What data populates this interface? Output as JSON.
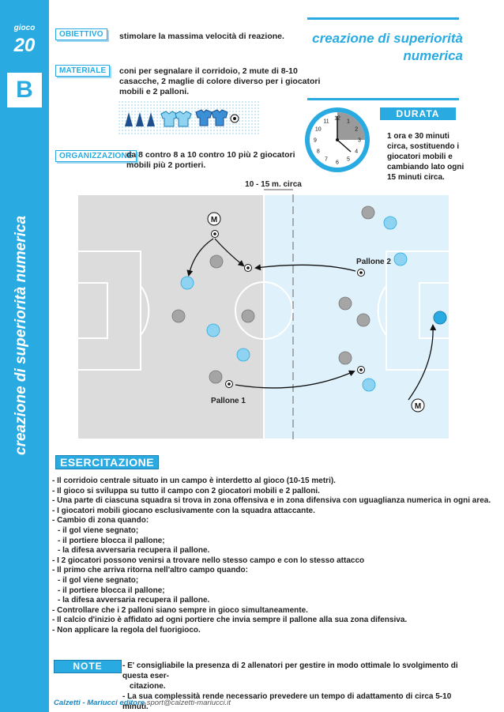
{
  "sidebar": {
    "gioco_label": "gioco",
    "gioco_number": "20",
    "section_letter": "B",
    "vertical_title": "creazione di superiorità numerica"
  },
  "header": {
    "title_line1": "creazione di superiorità",
    "title_line2": "numerica"
  },
  "obiettivo": {
    "tag": "OBIETTIVO",
    "text": "stimolare la massima velocità di reazione."
  },
  "materiale": {
    "tag": "MATERIALE",
    "line1": "coni per segnalare il corridoio, 2 mute di 8-10",
    "line2": "casacche, 2 maglie di colore diverso per i giocatori",
    "line3": "mobili e 2 palloni."
  },
  "organizzazione": {
    "tag": "ORGANIZZAZIONE",
    "line1": "da 8 contro 8 a 10 contro 10 più 2 giocatori",
    "line2": "mobili più 2 portieri."
  },
  "durata": {
    "tag": "DURATA",
    "line1": "1 ora e 30 minuti",
    "line2": "circa, sostituendo i",
    "line3": "giocatori mobili e",
    "line4": "cambiando lato ogni",
    "line5": "15 minuti circa."
  },
  "clock": {
    "numbers": [
      "12",
      "1",
      "2",
      "3",
      "4",
      "5",
      "6",
      "7",
      "8",
      "9",
      "10",
      "11"
    ]
  },
  "field": {
    "corridor_label": "10 - 15 m. circa",
    "ball1_label": "Pallone 1",
    "ball2_label": "Pallone 2",
    "mobile_marker": "M",
    "colors": {
      "left_half": "#dcdcdc",
      "right_half": "#dff1fb",
      "team_grey": "#a5a5a5",
      "team_blue": "#8fd3f2",
      "accent": "#29abe2"
    }
  },
  "esercitazione": {
    "tag": "ESERCITAZIONE",
    "items": [
      "- Il corridoio centrale situato in un campo è interdetto al gioco (10-15 metri).",
      "- Il gioco si sviluppa su tutto il campo con 2 giocatori mobili e 2 palloni.",
      "- Una parte di ciascuna squadra si trova in zona offensiva e in zona difensiva con uguaglianza numerica in ogni area.",
      "- I giocatori mobili giocano esclusivamente con la squadra attaccante.",
      "- Cambio di zona quando:",
      "- il gol viene segnato;",
      "- il portiere blocca il pallone;",
      "- la difesa avversaria recupera il pallone.",
      "- I 2 giocatori possono venirsi a trovare nello stesso campo e con lo stesso attacco",
      "- Il primo che arriva ritorna nell'altro campo quando:",
      "- il gol viene segnato;",
      "- il portiere blocca il pallone;",
      "- la difesa avversaria recupera il pallone.",
      "- Controllare che i 2 palloni siano sempre in gioco simultaneamente.",
      "- Il calcio d'inizio è affidato ad ogni portiere che invia sempre il pallone alla sua zona difensiva.",
      "- Non applicare la regola del fuorigioco."
    ]
  },
  "note": {
    "tag": "NOTE",
    "line1": "- E' consigliabile la presenza di 2 allenatori per gestire in modo ottimale lo svolgimento di questa eser-",
    "line2": "citazione.",
    "line3": "- La sua complessità rende necessario prevedere un tempo di adattamento di circa 5-10 minuti."
  },
  "footer": {
    "publisher": "Calzetti - Mariucci editore",
    "email": "sport@calzetti-mariucci.it"
  }
}
